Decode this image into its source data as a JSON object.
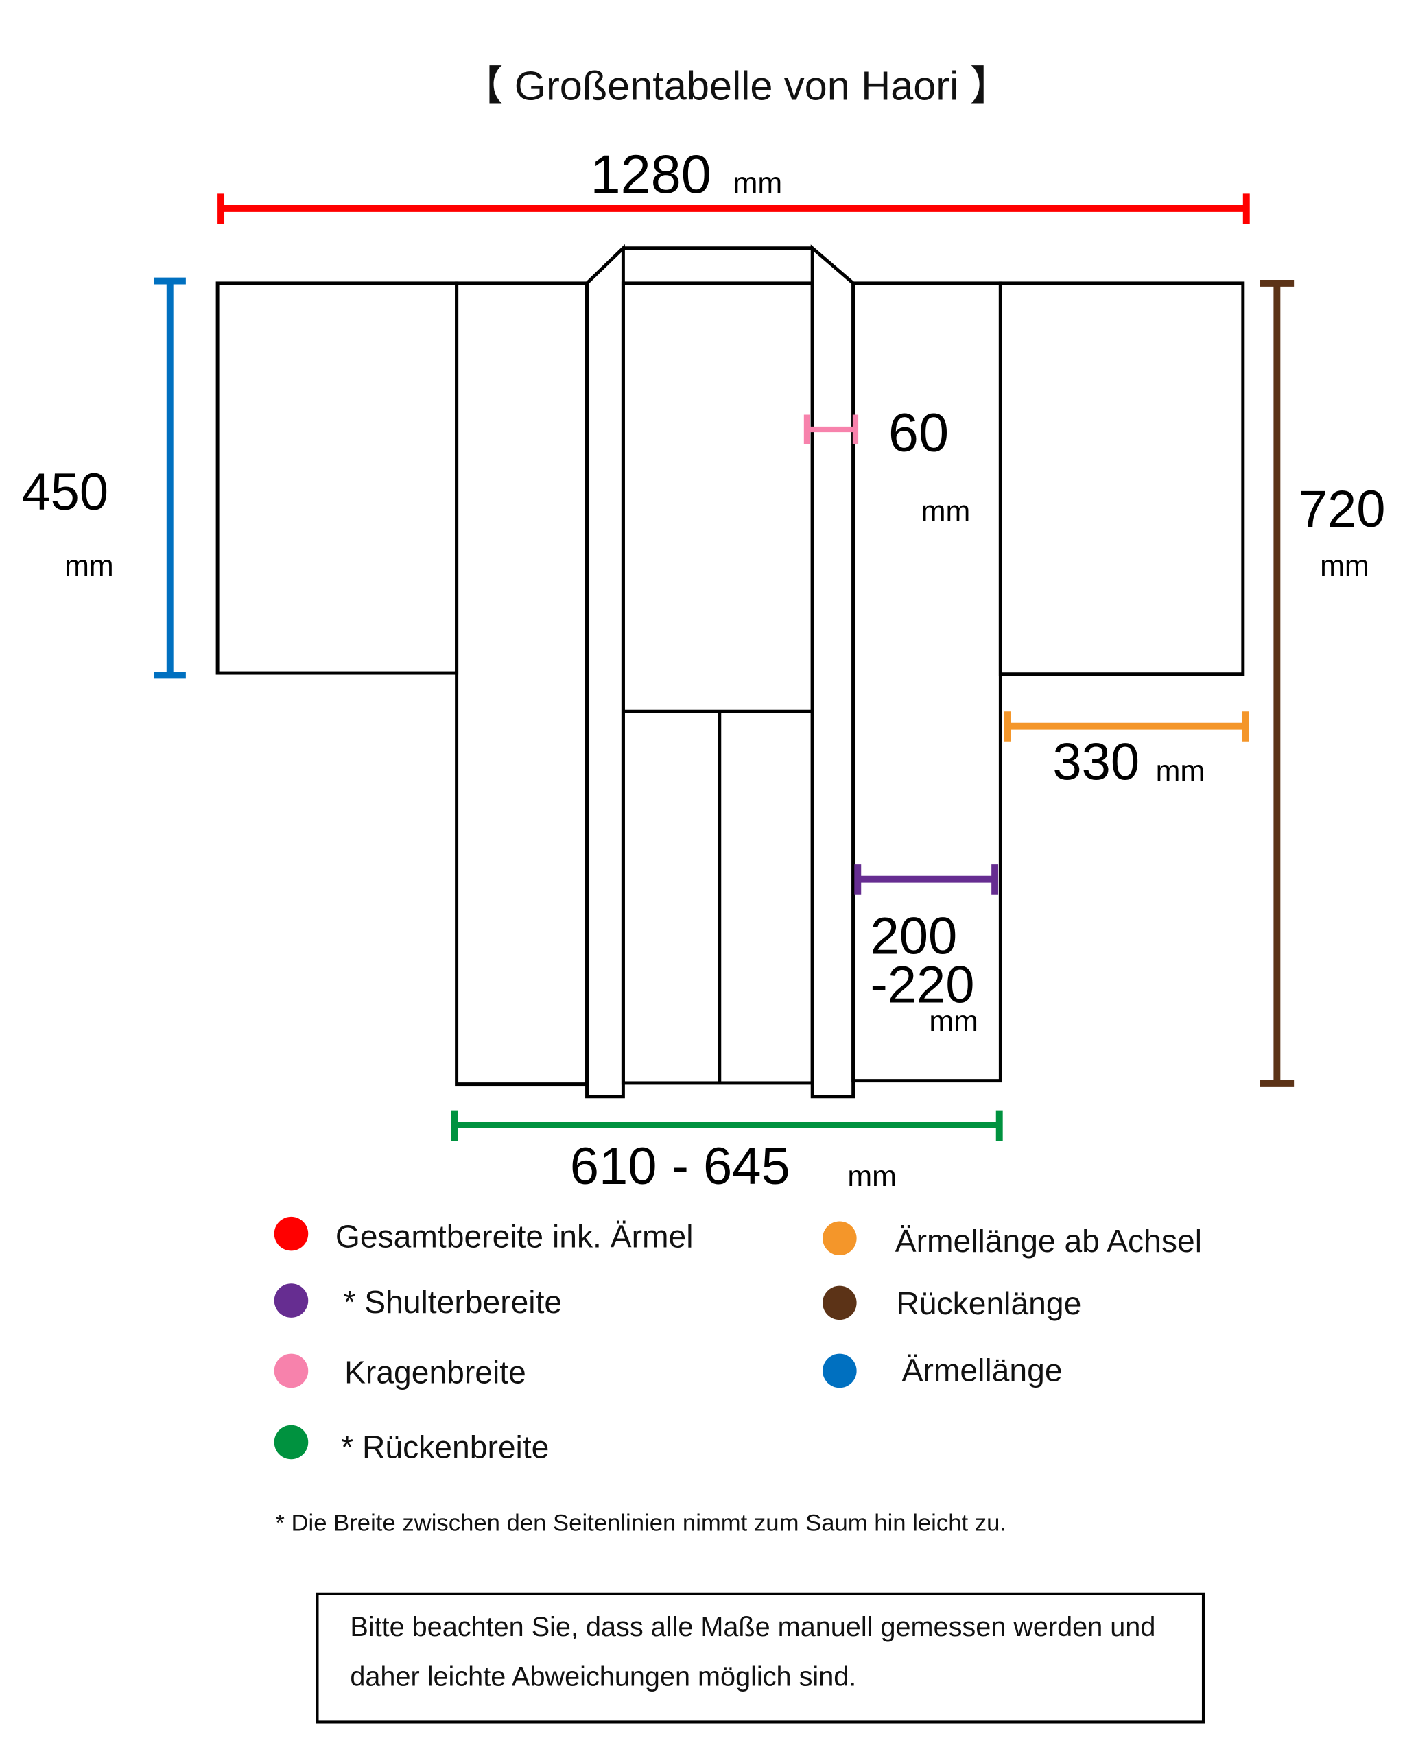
{
  "title": "【 Großentabelle von Haori 】",
  "colors": {
    "total_width": "#ff0000",
    "shoulder_width": "#662d91",
    "collar_width": "#f782ac",
    "back_width": "#00923f",
    "sleeve_length_armpit": "#f4962a",
    "back_length": "#5c3317",
    "sleeve_length": "#0070c0"
  },
  "dimensions": {
    "total_width": {
      "value": "1280",
      "unit": "mm"
    },
    "sleeve_length": {
      "value": "450",
      "unit": "mm"
    },
    "collar_width": {
      "value": "60",
      "unit": "mm"
    },
    "back_length": {
      "value": "720",
      "unit": "mm"
    },
    "sleeve_length_armpit": {
      "value": "330",
      "unit": "mm"
    },
    "shoulder_width": {
      "value_line1": "200",
      "value_line2": "-220",
      "unit": "mm"
    },
    "back_width": {
      "value": "610 - 645",
      "unit": "mm"
    }
  },
  "legend": {
    "left": [
      {
        "label": "Gesamtbereite ink. Ärmel"
      },
      {
        "label": "* Shulterbereite"
      },
      {
        "label": "Kragenbreite"
      },
      {
        "label": "* Rückenbreite"
      }
    ],
    "right": [
      {
        "label": "Ärmellänge ab Achsel"
      },
      {
        "label": "Rückenlänge"
      },
      {
        "label": "Ärmellänge"
      }
    ]
  },
  "footnote": "* Die Breite zwischen den Seitenlinien nimmt zum Saum hin leicht zu.",
  "notice": {
    "line1": "Bitte beachten Sie, dass alle Maße manuell gemessen werden und",
    "line2": "daher leichte Abweichungen möglich sind."
  }
}
